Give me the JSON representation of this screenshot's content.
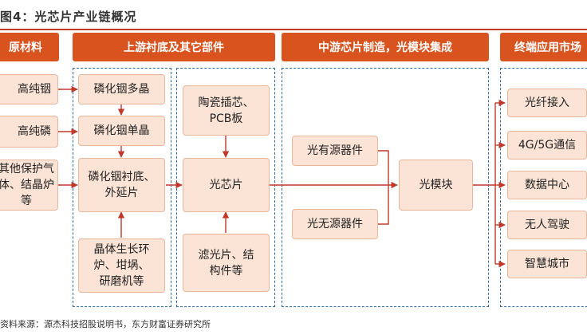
{
  "title": "图4：光芯片产业链概况",
  "source": "资料来源：源杰科技招股说明书，东方财富证券研究所",
  "headers": {
    "raw_materials": "原材料",
    "upstream": "上游衬底及其它部件",
    "midstream": "中游芯片制造，光模块集成",
    "terminal": "终端应用市场"
  },
  "raw_materials": [
    "高纯铟",
    "高纯磷",
    "其他保护气\n体、结晶炉\n等"
  ],
  "upstream_substrate": [
    "磷化铟多晶",
    "磷化铟单晶",
    "磷化铟衬底、\n外延片",
    "晶体生长环\n炉、坩埚、\n研磨机等"
  ],
  "upstream_parts": [
    "陶瓷插芯、\nPCB板",
    "光芯片",
    "滤光片、结\n构件等"
  ],
  "midstream": [
    "光有源器件",
    "光无源器件",
    "光模块"
  ],
  "terminal": [
    "光纤接入",
    "4G/5G通信",
    "数据中心",
    "无人驾驶",
    "智慧城市"
  ],
  "colors": {
    "header": "#d9531e",
    "box_fill": "#fbe3d6",
    "box_border": "#e8b69a",
    "group_border": "#2e6aa1",
    "arrow": "#c0392b"
  }
}
